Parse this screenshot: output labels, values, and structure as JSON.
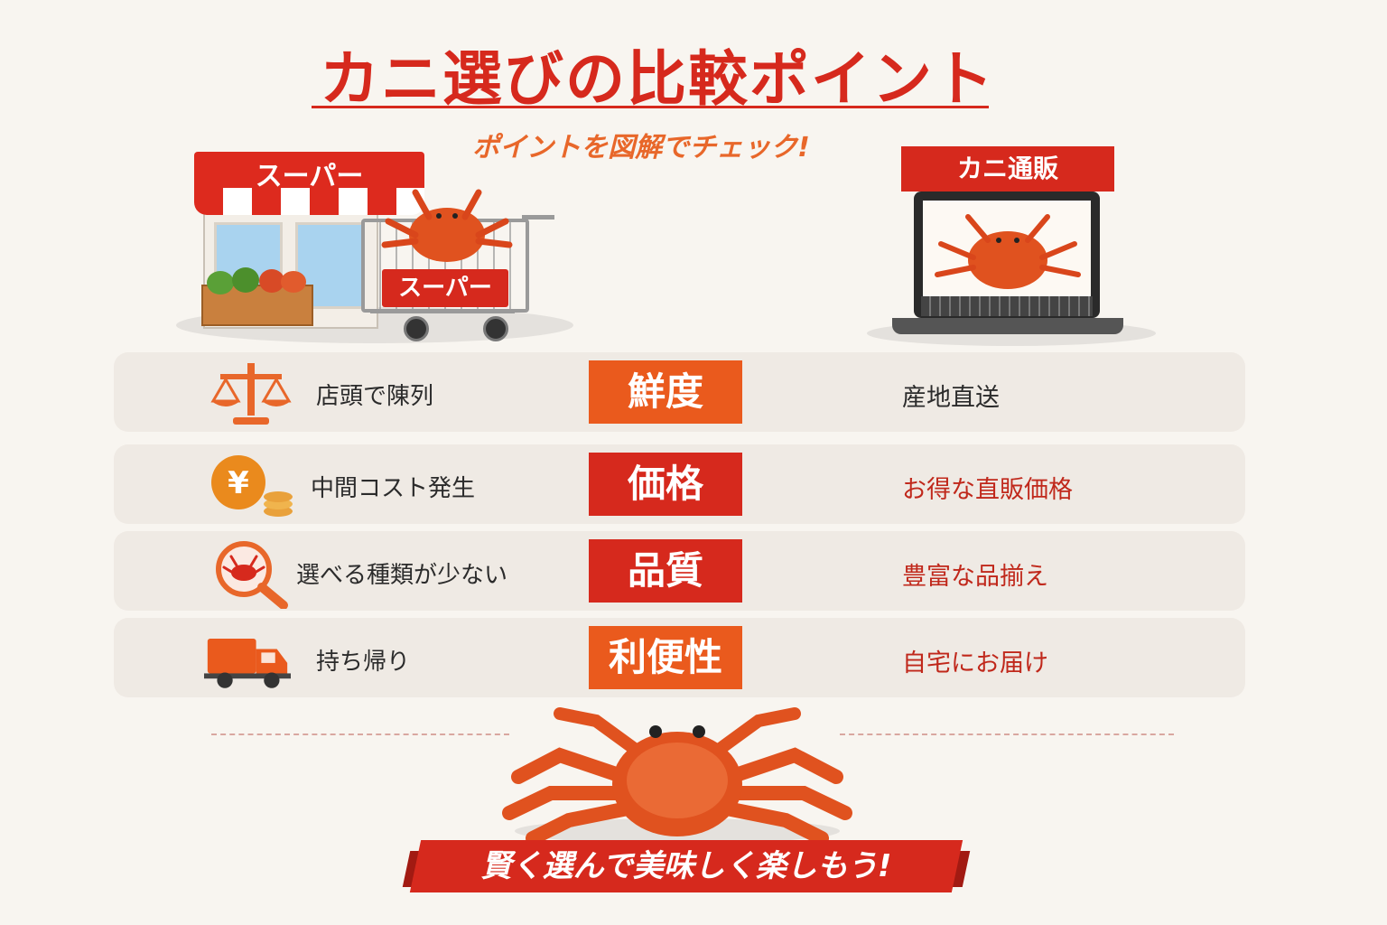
{
  "title": "カニ選びの比較ポイント",
  "subtitle": "ポイントを図解でチェック!",
  "store": {
    "sign": "スーパー",
    "cart_label": "スーパー"
  },
  "online": {
    "tag": "カニ通販"
  },
  "rows": [
    {
      "left": "店頭で陳列",
      "center": "鮮度",
      "right": "産地直送",
      "icon": "scale-icon"
    },
    {
      "left": "中間コスト発生",
      "center": "価格",
      "right": "お得な直販価格",
      "icon": "yen-coins-icon"
    },
    {
      "left": "選べる種類が少ない",
      "center": "品質",
      "right": "豊富な品揃え",
      "icon": "magnifier-crab-icon"
    },
    {
      "left": "持ち帰り",
      "center": "利便性",
      "right": "自宅にお届け",
      "icon": "delivery-truck-icon"
    }
  ],
  "colors": {
    "red": "#d6291d",
    "orange": "#ea5a1d",
    "right_text": "#c0281b"
  },
  "banner": "賢く選んで美味しく楽しもう!"
}
